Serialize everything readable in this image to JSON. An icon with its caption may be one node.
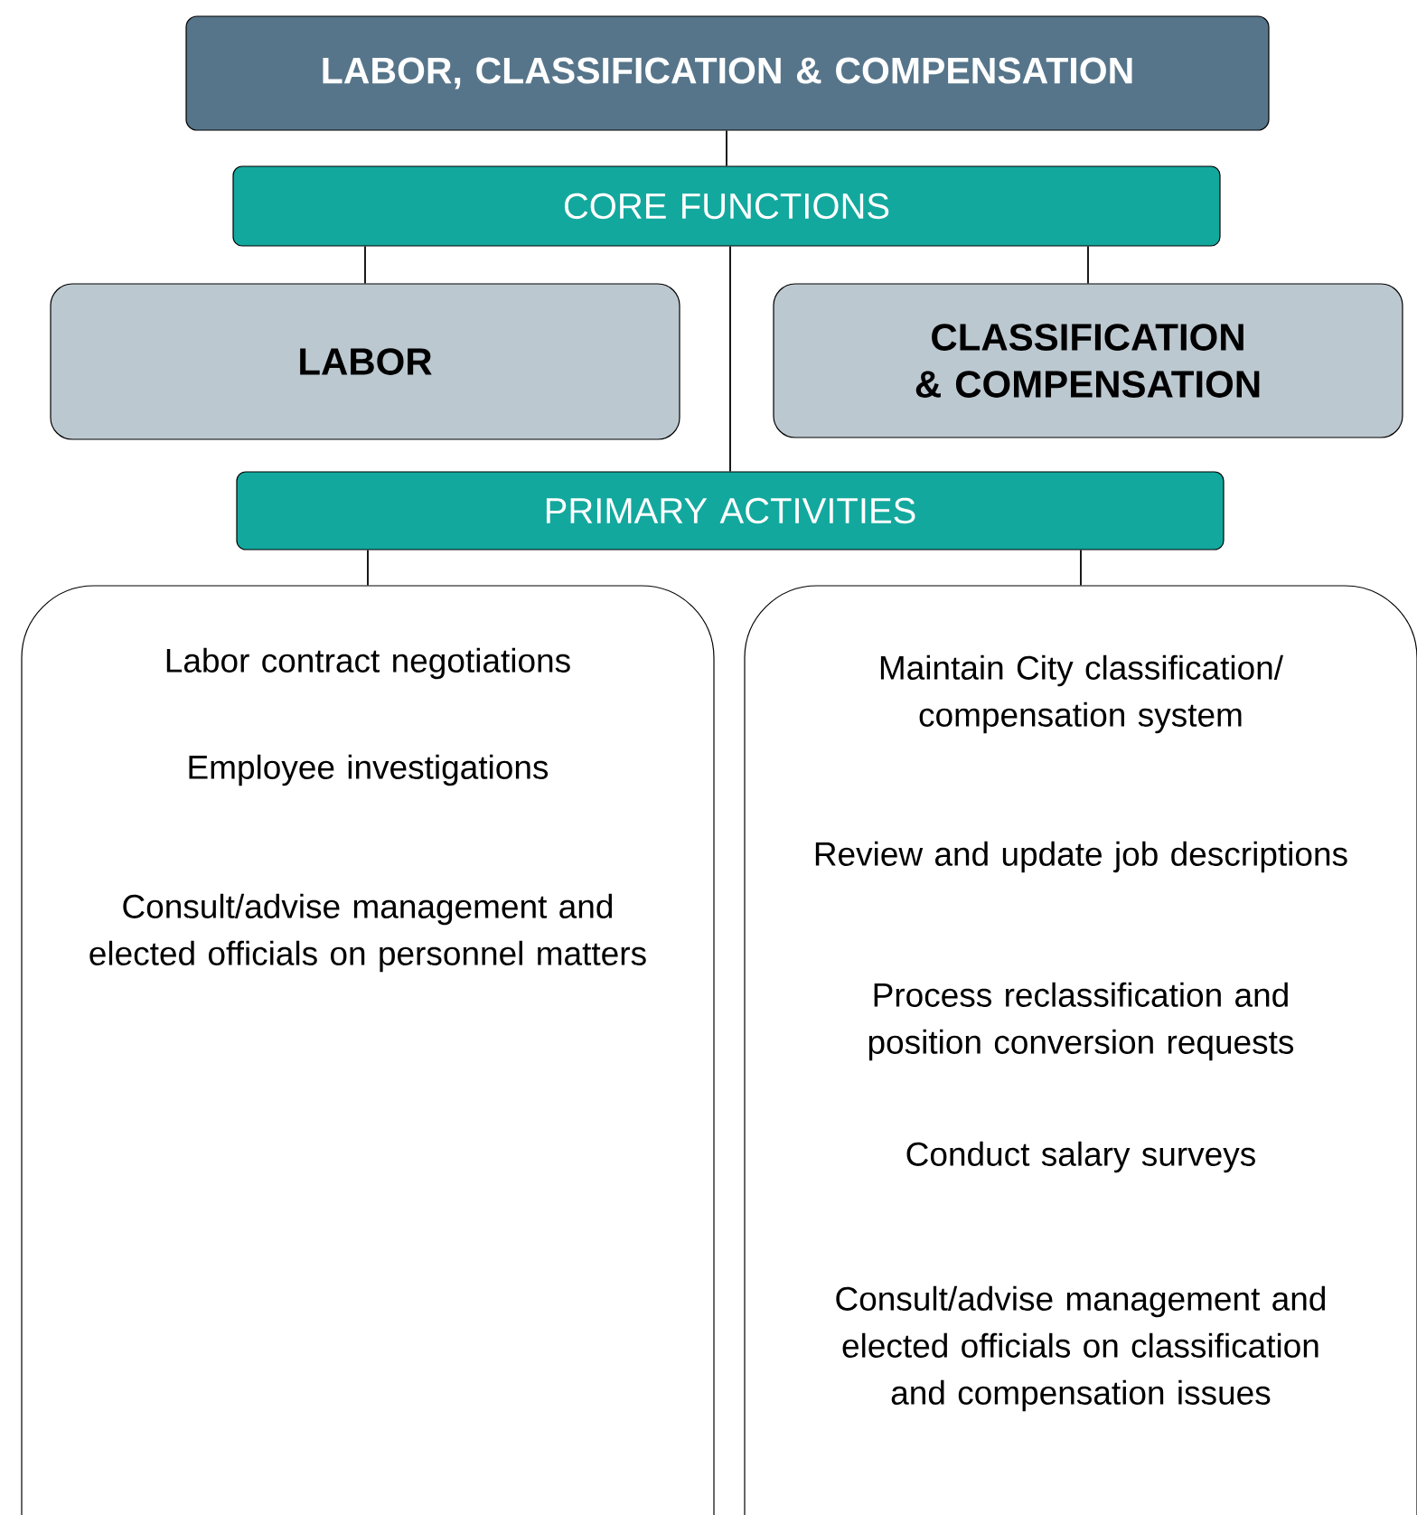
{
  "diagram": {
    "nodes": [
      {
        "text": [
          "LABOR, CLASSIFICATION & COMPENSATION"
        ]
      },
      {
        "text": [
          "CORE FUNCTIONS"
        ]
      },
      {
        "text": [
          "LABOR"
        ]
      },
      {
        "text": [
          "CLASSIFICATION & COMPENSATION"
        ]
      },
      {
        "text": [
          "PRIMARY ACTIVITIES"
        ]
      },
      {
        "text": [
          "Labor contract negotiations",
          "Employee investigations",
          "Consult/advise management and elected officials on personnel matters"
        ]
      },
      {
        "text": [
          "Maintain City classification/ compensation system",
          "Review and update job descriptions",
          "Process reclassification and position conversion requests",
          "Conduct salary surveys",
          "Consult/advise management and elected officials on classification and compensation issues"
        ]
      }
    ],
    "edges": [
      {
        "from": 0,
        "to": 1,
        "arrow": "none"
      },
      {
        "from": 1,
        "to": 2,
        "arrow": "none"
      },
      {
        "from": 1,
        "to": 3,
        "arrow": "none"
      },
      {
        "from": 1,
        "to": 4,
        "arrow": "none"
      },
      {
        "from": 4,
        "to": 5,
        "arrow": "none"
      },
      {
        "from": 4,
        "to": 6,
        "arrow": "none"
      }
    ]
  }
}
